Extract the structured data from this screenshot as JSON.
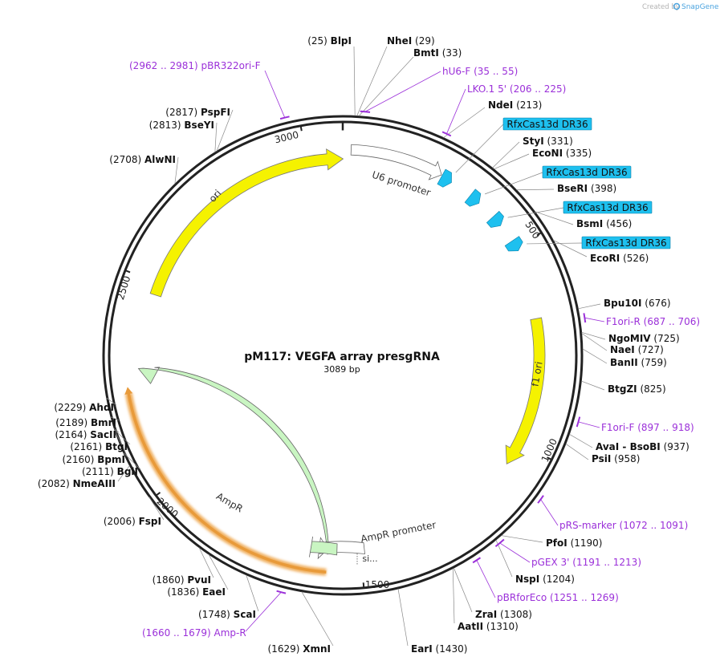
{
  "credit": {
    "prefix": "Created by",
    "brand": "SnapGene"
  },
  "map": {
    "name": "pM117: VEGFA array presgRNA",
    "length_label": "3089 bp",
    "length": 3089,
    "tick_labels": [
      "500",
      "1000",
      "1500",
      "2000",
      "2500",
      "3000"
    ]
  },
  "colors": {
    "backbone": "#222222",
    "ori": "#f5f200",
    "f1_ori": "#f5f200",
    "ampr": "#c9f5c2",
    "ampr_promoter": "#ffffff",
    "u6_promoter": "#ffffff",
    "direct_repeat": "#1ec0ef",
    "primer": "#9b30d9",
    "orf_glow": "#f0b060",
    "site_line": "#888888",
    "primer_text": "#9b30d9"
  },
  "features": [
    {
      "name": "U6 promoter",
      "pos": 200,
      "type": "promoter"
    },
    {
      "name": "ori",
      "pos": 2700,
      "type": "rep_origin"
    },
    {
      "name": "f1 ori",
      "pos": 850,
      "type": "rep_origin"
    },
    {
      "name": "AmpR",
      "pos": 1900,
      "type": "CDS"
    },
    {
      "name": "AmpR promoter",
      "pos": 1550,
      "type": "promoter"
    },
    {
      "name": "si...",
      "pos": 1600,
      "type": "signal_peptide"
    }
  ],
  "direct_repeats": [
    {
      "name": "RfxCas13d DR36",
      "pos": 262
    },
    {
      "name": "RfxCas13d DR36",
      "pos": 345
    },
    {
      "name": "RfxCas13d DR36",
      "pos": 420
    },
    {
      "name": "RfxCas13d DR36",
      "pos": 494
    }
  ],
  "sites": [
    {
      "pos": "(25)",
      "name": "BlpI"
    },
    {
      "pos": "(29)",
      "name": "NheI"
    },
    {
      "pos": "(33)",
      "name": "BmtI"
    },
    {
      "pos": "(213)",
      "name": "NdeI"
    },
    {
      "pos": "(331)",
      "name": "StyI"
    },
    {
      "pos": "(335)",
      "name": "EcoNI"
    },
    {
      "pos": "(398)",
      "name": "BseRI"
    },
    {
      "pos": "(456)",
      "name": "BsmI"
    },
    {
      "pos": "(526)",
      "name": "EcoRI"
    },
    {
      "pos": "(676)",
      "name": "Bpu10I"
    },
    {
      "pos": "(725)",
      "name": "NgoMIV"
    },
    {
      "pos": "(727)",
      "name": "NaeI"
    },
    {
      "pos": "(759)",
      "name": "BanII"
    },
    {
      "pos": "(825)",
      "name": "BtgZI"
    },
    {
      "pos": "(937)",
      "name": "AvaI - BsoBI"
    },
    {
      "pos": "(958)",
      "name": "PsiI"
    },
    {
      "pos": "(1190)",
      "name": "PfoI"
    },
    {
      "pos": "(1204)",
      "name": "NspI"
    },
    {
      "pos": "(1308)",
      "name": "ZraI"
    },
    {
      "pos": "(1310)",
      "name": "AatII"
    },
    {
      "pos": "(1430)",
      "name": "EarI"
    },
    {
      "pos": "(1629)",
      "name": "XmnI"
    },
    {
      "pos": "(1748)",
      "name": "ScaI"
    },
    {
      "pos": "(1836)",
      "name": "EaeI"
    },
    {
      "pos": "(1860)",
      "name": "PvuI"
    },
    {
      "pos": "(2006)",
      "name": "FspI"
    },
    {
      "pos": "(2082)",
      "name": "NmeAIII"
    },
    {
      "pos": "(2111)",
      "name": "BglI"
    },
    {
      "pos": "(2160)",
      "name": "BpmI"
    },
    {
      "pos": "(2161)",
      "name": "BtgI"
    },
    {
      "pos": "(2164)",
      "name": "SacII"
    },
    {
      "pos": "(2189)",
      "name": "BmrI"
    },
    {
      "pos": "(2229)",
      "name": "AhdI"
    },
    {
      "pos": "(2708)",
      "name": "AlwNI"
    },
    {
      "pos": "(2813)",
      "name": "BseYI"
    },
    {
      "pos": "(2817)",
      "name": "PspFI"
    }
  ],
  "primers": [
    {
      "name": "pBR322ori-F",
      "range": "(2962 .. 2981)"
    },
    {
      "name": "hU6-F",
      "range": "(35 .. 55)"
    },
    {
      "name": "LKO.1 5'",
      "range": "(206 .. 225)"
    },
    {
      "name": "F1ori-R",
      "range": "(687 .. 706)"
    },
    {
      "name": "F1ori-F",
      "range": "(897 .. 918)"
    },
    {
      "name": "pRS-marker",
      "range": "(1072 .. 1091)"
    },
    {
      "name": "pGEX 3'",
      "range": "(1191 .. 1213)"
    },
    {
      "name": "pBRforEco",
      "range": "(1251 .. 1269)"
    },
    {
      "name": "Amp-R",
      "range": "(1660 .. 1679)"
    }
  ]
}
